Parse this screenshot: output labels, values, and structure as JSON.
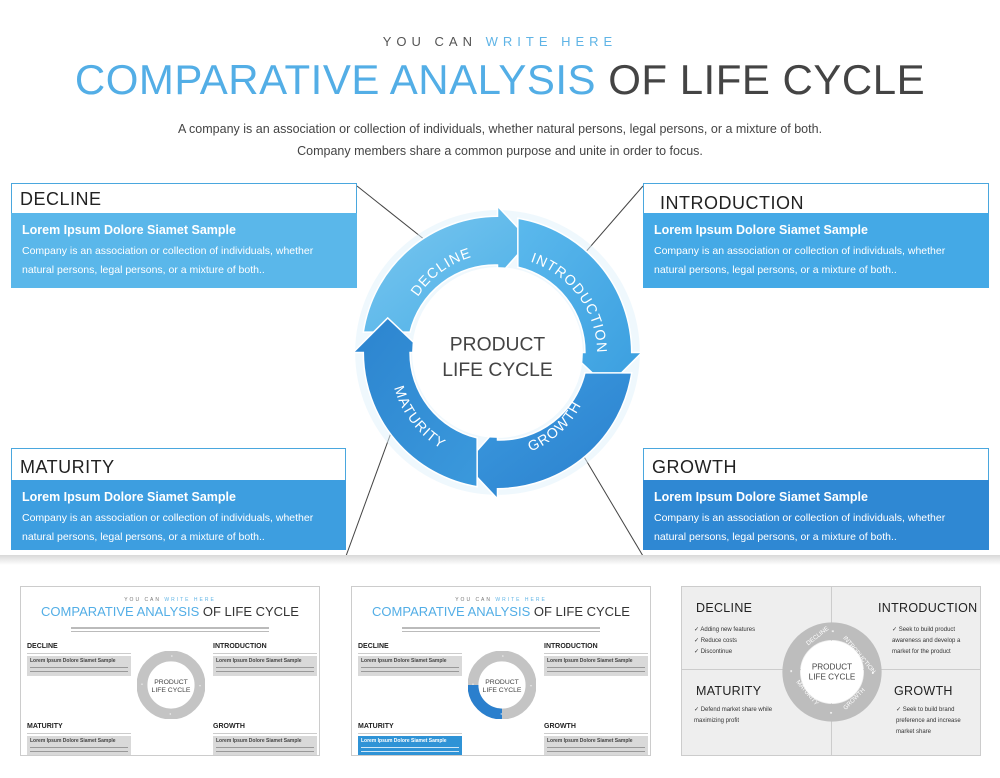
{
  "header": {
    "tagline_part1": "YOU CAN",
    "tagline_part2": "WRITE HERE",
    "title_part1": "COMPARATIVE ANALYSIS",
    "title_part2": "OF LIFE CYCLE",
    "description": "A company is an association or collection of individuals, whether natural persons, legal persons, or a mixture of both. Company members share a common purpose and unite in order to focus."
  },
  "cycle": {
    "center_line1": "PRODUCT",
    "center_line2": "LIFE CYCLE",
    "arrows": [
      "DECLINE",
      "INTRODUCTION",
      "GROWTH",
      "MATURITY"
    ]
  },
  "cards": {
    "decline": {
      "heading": "DECLINE",
      "subheading": "Lorem Ipsum Dolore Siamet Sample",
      "text": "Company is an association or collection of individuals,  whether natural persons, legal persons,  or a mixture of both..",
      "color": "#5ab7ea"
    },
    "introduction": {
      "heading": "INTRODUCTION",
      "subheading": "Lorem Ipsum Dolore Siamet Sample",
      "text": "Company is an association or collection of individuals,  whether natural persons, legal persons,  or a mixture of both..",
      "color": "#44a9e6"
    },
    "maturity": {
      "heading": "MATURITY",
      "subheading": "Lorem Ipsum Dolore Siamet Sample",
      "text": "Company is an association or collection of individuals,  whether natural persons, legal persons,  or a mixture of both..",
      "color": "#3d9ee0"
    },
    "growth": {
      "heading": "GROWTH",
      "subheading": "Lorem Ipsum Dolore Siamet Sample",
      "text": "Company is an association or collection of individuals,  whether natural persons, legal persons,  or a mixture of both..",
      "color": "#2f88d3"
    }
  },
  "thumbnails": {
    "tagline_part1": "YOU CAN",
    "tagline_part2": "WRITE HERE",
    "title_part1": "COMPARATIVE ANALYSIS",
    "title_part2": "OF LIFE CYCLE",
    "cards": [
      {
        "heading": "DECLINE",
        "sub": "Lorem Ipsum Dolore Siamet Sample"
      },
      {
        "heading": "INTRODUCTION",
        "sub": "Lorem Ipsum Dolore Siamet Sample"
      },
      {
        "heading": "MATURITY",
        "sub": "Lorem Ipsum Dolore Siamet Sample"
      },
      {
        "heading": "GROWTH",
        "sub": "Lorem Ipsum Dolore Siamet Sample"
      }
    ],
    "center_line1": "PRODUCT",
    "center_line2": "LIFE CYCLE",
    "arrows": [
      "DECLINE",
      "INTRODUCTION",
      "GROWTH",
      "MATURITY"
    ]
  },
  "quad": {
    "decline": {
      "label": "DECLINE",
      "items": [
        "Adding new features",
        "Reduce costs",
        "Discontinue"
      ]
    },
    "introduction": {
      "label": "INTRODUCTION",
      "items": [
        "Seek to build product awareness and develop a market for the product"
      ]
    },
    "maturity": {
      "label": "MATURITY",
      "items": [
        "Defend market share while maximizing profit"
      ]
    },
    "growth": {
      "label": "GROWTH",
      "items": [
        "Seek to build brand preference and increase market share"
      ]
    },
    "center_line1": "PRODUCT",
    "center_line2": "LIFE CYCLE",
    "arrows": [
      "DECLINE",
      "INTRODUCTION",
      "GROWTH",
      "MATURITY"
    ]
  }
}
